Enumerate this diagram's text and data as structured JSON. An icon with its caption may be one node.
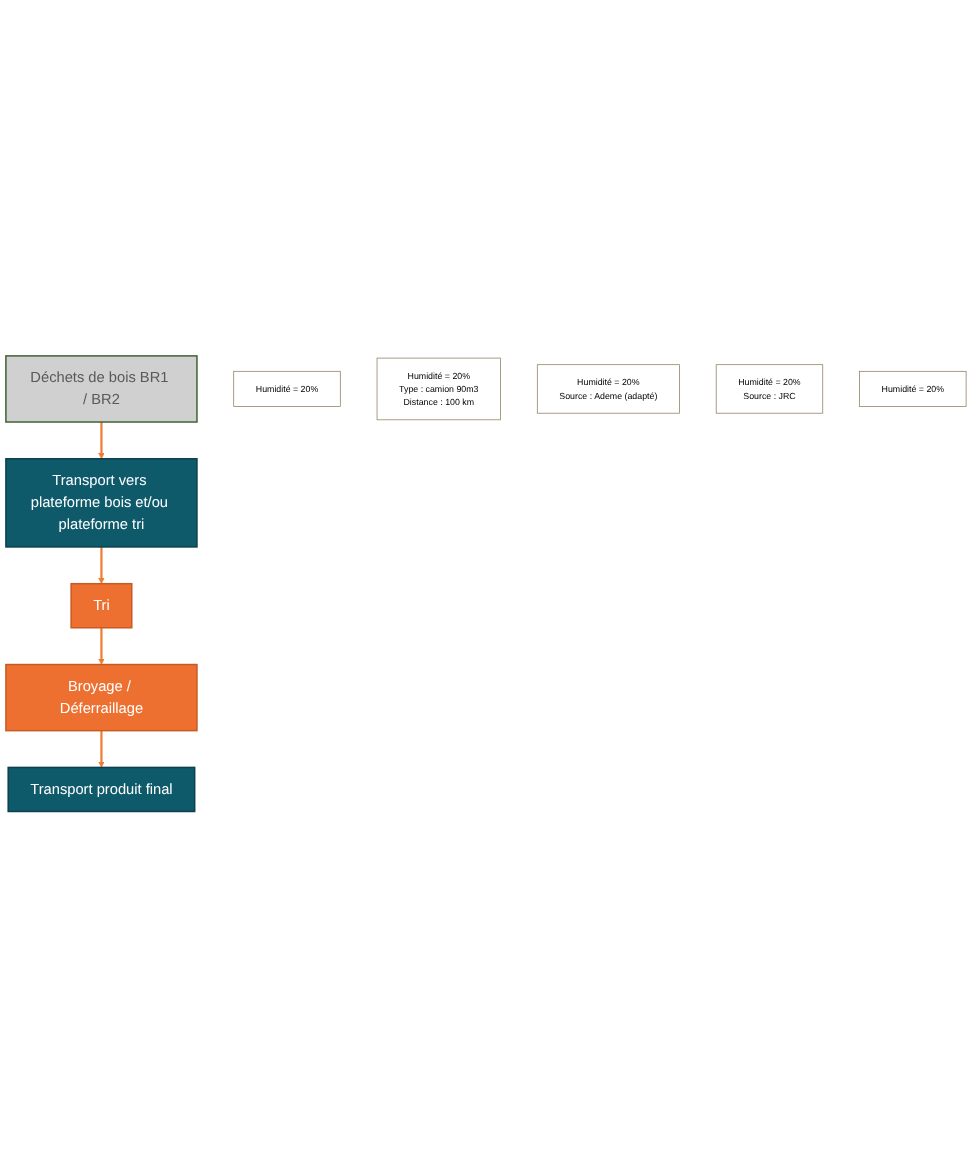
{
  "diagram": {
    "nodes": [
      {
        "text": [
          "Déchets de bois BR1 / BR2"
        ]
      },
      {
        "text": [
          "Transport vers plateforme bois et/ou plateforme tri"
        ]
      },
      {
        "text": [
          "Tri"
        ]
      },
      {
        "text": [
          "Broyage / Déferraillage"
        ]
      },
      {
        "text": [
          "Transport produit final"
        ]
      },
      {
        "text": [
          "Humidité = 20%"
        ]
      },
      {
        "text": [
          "Humidité = 20%",
          "Type : camion 90m3",
          "Distance : 100 km"
        ]
      },
      {
        "text": [
          "Humidité = 20%",
          "Source : Ademe (adapté)"
        ]
      },
      {
        "text": [
          "Humidité = 20%",
          "Source : JRC"
        ]
      },
      {
        "text": [
          "Humidité = 20%"
        ]
      }
    ],
    "edges": [
      {
        "from": 0,
        "to": 1,
        "arrow": "to"
      },
      {
        "from": 1,
        "to": 2,
        "arrow": "to"
      },
      {
        "from": 2,
        "to": 3,
        "arrow": "to"
      },
      {
        "from": 3,
        "to": 4,
        "arrow": "to"
      }
    ]
  }
}
